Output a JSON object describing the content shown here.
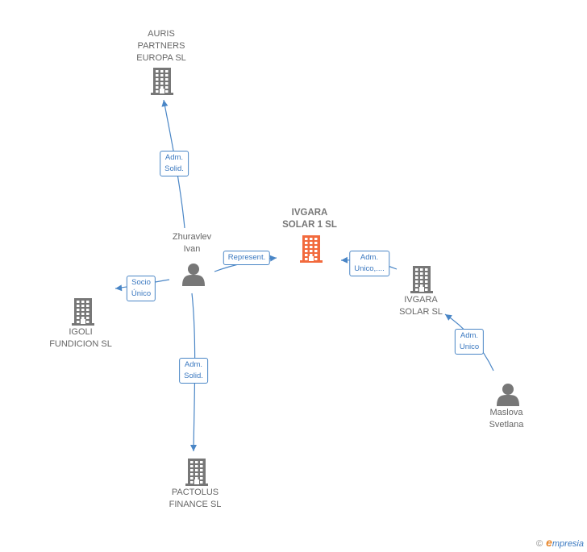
{
  "colors": {
    "edge": "#4a86c6",
    "company_icon": "#777777",
    "focus_icon": "#f26a3d",
    "person_icon": "#777777"
  },
  "nodes": [
    {
      "id": "auris",
      "type": "company",
      "label": "AURIS\nPARTNERS\nEUROPA  SL"
    },
    {
      "id": "ivgara1",
      "type": "company-focus",
      "label": "IVGARA\nSOLAR 1  SL"
    },
    {
      "id": "zhuravlev",
      "type": "person",
      "label": "Zhuravlev\nIvan"
    },
    {
      "id": "igoli",
      "type": "company",
      "label": "IGOLI\nFUNDICION  SL"
    },
    {
      "id": "ivgara",
      "type": "company",
      "label": "IVGARA\nSOLAR  SL"
    },
    {
      "id": "maslova",
      "type": "person",
      "label": "Maslova\nSvetlana"
    },
    {
      "id": "pactolus",
      "type": "company",
      "label": "PACTOLUS\nFINANCE  SL"
    }
  ],
  "edges": [
    {
      "from": "zhuravlev",
      "to": "auris",
      "label": "Adm.\nSolid."
    },
    {
      "from": "zhuravlev",
      "to": "ivgara1",
      "label": "Represent."
    },
    {
      "from": "zhuravlev",
      "to": "igoli",
      "label": "Socio\nÚnico"
    },
    {
      "from": "zhuravlev",
      "to": "pactolus",
      "label": "Adm.\nSolid."
    },
    {
      "from": "ivgara",
      "to": "ivgara1",
      "label": "Adm.\nUnico,...."
    },
    {
      "from": "maslova",
      "to": "ivgara",
      "label": "Adm.\nUnico"
    }
  ],
  "brand": {
    "copyright": "©",
    "name_initial": "e",
    "name_rest": "mpresia"
  }
}
